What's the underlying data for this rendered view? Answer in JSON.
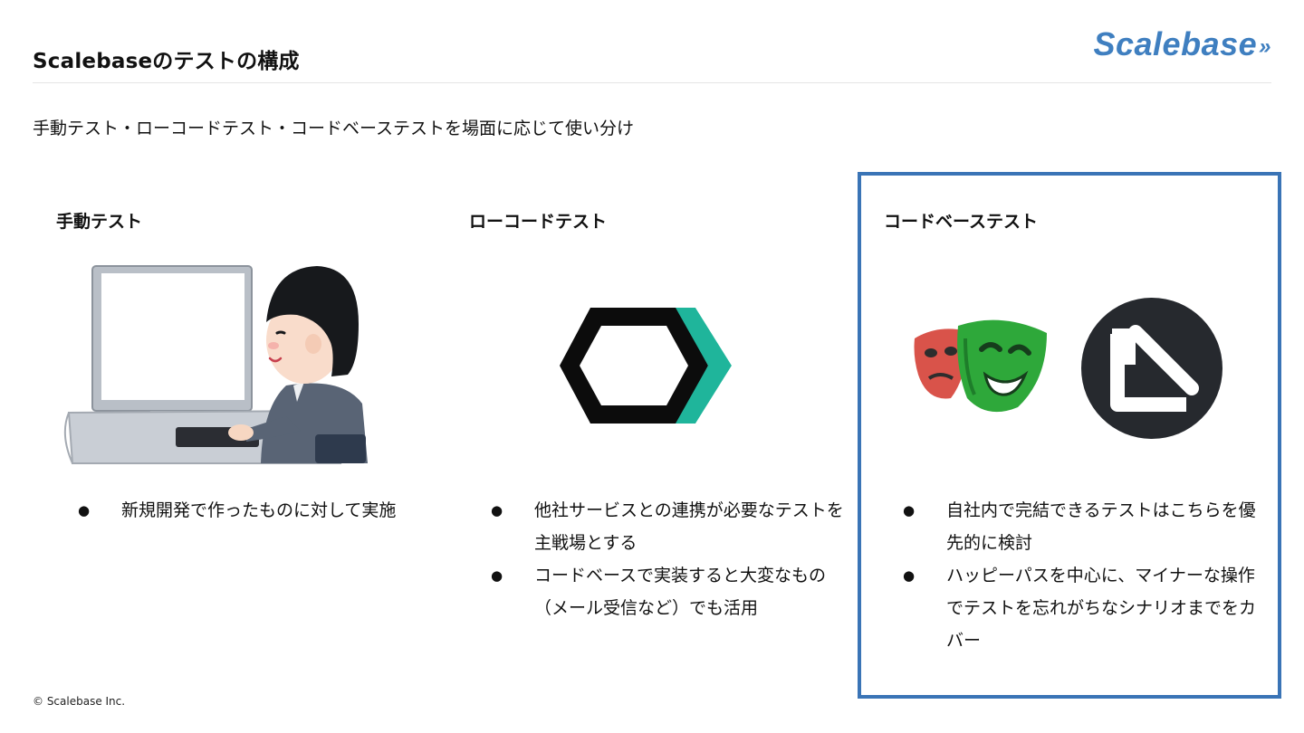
{
  "header": {
    "title": "Scalebaseのテストの構成",
    "logo_text": "Scalebase",
    "logo_mark": "»"
  },
  "subtitle": "手動テスト・ローコードテスト・コードベーステストを場面に応じて使い分け",
  "columns": [
    {
      "heading": "手動テスト",
      "bullets": [
        "新規開発で作ったものに対して実施"
      ],
      "icon": "person-at-computer-illustration"
    },
    {
      "heading": "ローコードテスト",
      "bullets": [
        "他社サービスとの連携が必要なテストを主戦場とする",
        "コードベースで実装すると大変なもの（メール受信など）でも活用"
      ],
      "icon": "hexagon-chevron-logo"
    },
    {
      "heading": "コードベーステスト",
      "bullets": [
        "自社内で完結できるテストはこちらを優先的に検討",
        "ハッピーパスを中心に、マイナーな操作でテストを忘れがちなシナリオまでをカバー"
      ],
      "icon": "theater-masks-logo",
      "icon2": "dark-circle-arrow-logo",
      "highlighted": true
    }
  ],
  "footer": "© Scalebase Inc.",
  "colors": {
    "accent": "#3a74b6",
    "logo": "#3f7fc0",
    "teal": "#1fb59b"
  }
}
